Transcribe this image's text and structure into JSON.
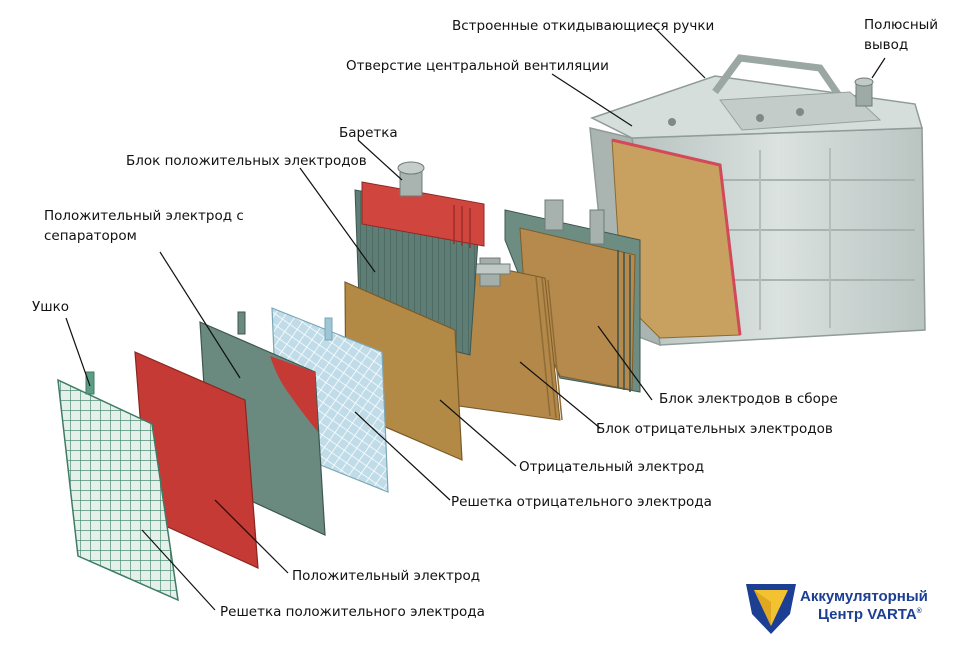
{
  "labels": {
    "handles": "Встроенные откидывающиеся ручки",
    "terminal_line1": "Полюсный",
    "terminal_line2": "вывод",
    "vent": "Отверстие центральной вентиляции",
    "strap": "Баретка",
    "pos_block": "Блок положительных электродов",
    "pos_sep_line1": "Положительный электрод с",
    "pos_sep_line2": "сепаратором",
    "lug": "Ушко",
    "assembly": "Блок электродов в сборе",
    "neg_block": "Блок отрицательных электродов",
    "neg_plate": "Отрицательный электрод",
    "neg_grid": "Решетка отрицательного электрода",
    "pos_plate": "Положительный электрод",
    "pos_grid": "Решетка положительного электрода"
  },
  "logo": {
    "line1": "Аккумуляторный",
    "line2": "Центр VARTA",
    "mark": "®"
  },
  "colors": {
    "positive_plate": "#c53a34",
    "negative_plate": "#b08a45",
    "grid": "#5f9c86",
    "separator": "#a9cfe0",
    "case": "#c9d2cf",
    "logo_blue": "#1c3f93",
    "logo_yellow": "#f2c230"
  }
}
